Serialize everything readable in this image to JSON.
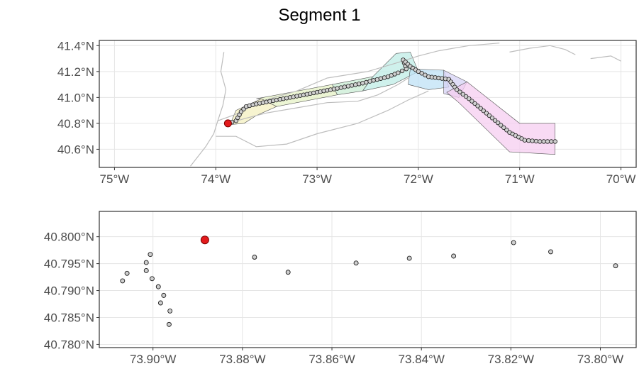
{
  "figure": {
    "title": "Segment 1"
  },
  "colors": {
    "panel_border": "#333333",
    "grid": "#e5e5e5",
    "coastline": "#bdbdbd",
    "point_fill": "#cfcfcf",
    "point_stroke": "#1a1a1a",
    "highlight_point": "#e31a1c",
    "axis_text": "#4d4d4d"
  },
  "chart_data": [
    {
      "type": "scatter",
      "name": "top-map",
      "title": "",
      "xlabel": "",
      "ylabel": "",
      "xlim": [
        -75.15,
        -69.85
      ],
      "ylim": [
        40.46,
        41.44
      ],
      "x_ticks": [
        -75,
        -74,
        -73,
        -72,
        -71,
        -70
      ],
      "x_tick_labels": [
        "75°W",
        "74°W",
        "73°W",
        "72°W",
        "71°W",
        "70°W"
      ],
      "y_ticks": [
        40.6,
        40.8,
        41.0,
        41.2,
        41.4
      ],
      "y_tick_labels": [
        "40.6°N",
        "40.8°N",
        "41.0°N",
        "41.2°N",
        "41.4°N"
      ],
      "grid": true,
      "background_context": "grey coastline outline of Long Island Sound and Long Island",
      "track_path": [
        [
          -73.88,
          40.8
        ],
        [
          -73.8,
          40.82
        ],
        [
          -73.75,
          40.89
        ],
        [
          -73.7,
          40.93
        ],
        [
          -73.6,
          40.95
        ],
        [
          -73.4,
          40.98
        ],
        [
          -73.2,
          41.01
        ],
        [
          -73.0,
          41.04
        ],
        [
          -72.8,
          41.07
        ],
        [
          -72.55,
          41.11
        ],
        [
          -72.3,
          41.16
        ],
        [
          -72.2,
          41.19
        ],
        [
          -72.12,
          41.22
        ],
        [
          -72.15,
          41.29
        ],
        [
          -72.08,
          41.24
        ],
        [
          -72.0,
          41.2
        ],
        [
          -71.9,
          41.16
        ],
        [
          -71.7,
          41.14
        ],
        [
          -71.62,
          41.06
        ],
        [
          -71.5,
          40.99
        ],
        [
          -71.3,
          40.86
        ],
        [
          -71.1,
          40.73
        ],
        [
          -70.95,
          40.67
        ],
        [
          -70.8,
          40.66
        ],
        [
          -70.65,
          40.66
        ]
      ],
      "highlight": {
        "x": -73.88,
        "y": 40.8
      },
      "zones": [
        {
          "color": "#f4f0c0",
          "polygon": [
            [
              -73.86,
              40.79
            ],
            [
              -73.8,
              40.9
            ],
            [
              -73.55,
              40.99
            ],
            [
              -73.4,
              40.93
            ],
            [
              -73.6,
              40.86
            ],
            [
              -73.72,
              40.8
            ]
          ]
        },
        {
          "color": "#e6f2c6",
          "polygon": [
            [
              -73.6,
              40.99
            ],
            [
              -72.85,
              41.1
            ],
            [
              -72.8,
              41.02
            ],
            [
              -73.4,
              40.93
            ],
            [
              -73.55,
              40.99
            ]
          ]
        },
        {
          "color": "#c9ecd4",
          "polygon": [
            [
              -72.85,
              41.1
            ],
            [
              -72.45,
              41.16
            ],
            [
              -72.55,
              41.05
            ],
            [
              -72.8,
              41.02
            ]
          ]
        },
        {
          "color": "#bfece6",
          "polygon": [
            [
              -72.45,
              41.16
            ],
            [
              -72.22,
              41.34
            ],
            [
              -72.08,
              41.35
            ],
            [
              -72.0,
              41.2
            ],
            [
              -72.25,
              41.1
            ],
            [
              -72.55,
              41.05
            ]
          ]
        },
        {
          "color": "#bfe2f6",
          "polygon": [
            [
              -72.08,
              41.22
            ],
            [
              -71.75,
              41.21
            ],
            [
              -71.7,
              41.08
            ],
            [
              -71.9,
              41.06
            ],
            [
              -72.1,
              41.1
            ]
          ]
        },
        {
          "color": "#d6d2f4",
          "polygon": [
            [
              -71.75,
              41.21
            ],
            [
              -71.52,
              41.12
            ],
            [
              -71.6,
              41.0
            ],
            [
              -71.75,
              41.03
            ]
          ]
        },
        {
          "color": "#f6cdf0",
          "polygon": [
            [
              -71.52,
              41.12
            ],
            [
              -71.0,
              40.8
            ],
            [
              -70.65,
              40.8
            ],
            [
              -70.65,
              40.56
            ],
            [
              -71.1,
              40.58
            ],
            [
              -71.6,
              40.96
            ],
            [
              -71.72,
              41.04
            ]
          ]
        }
      ],
      "coastline_paths": [
        [
          [
            -74.25,
            40.47
          ],
          [
            -74.1,
            40.62
          ],
          [
            -74.02,
            40.72
          ],
          [
            -73.98,
            40.82
          ],
          [
            -73.93,
            40.94
          ],
          [
            -73.9,
            41.06
          ],
          [
            -73.95,
            41.2
          ],
          [
            -73.92,
            41.35
          ]
        ],
        [
          [
            -73.98,
            40.82
          ],
          [
            -73.8,
            40.87
          ],
          [
            -73.55,
            40.97
          ],
          [
            -73.2,
            41.05
          ],
          [
            -72.9,
            41.15
          ],
          [
            -72.5,
            41.2
          ],
          [
            -72.2,
            41.27
          ],
          [
            -72.0,
            41.32
          ],
          [
            -71.8,
            41.36
          ],
          [
            -71.5,
            41.4
          ],
          [
            -71.2,
            41.42
          ]
        ],
        [
          [
            -74.0,
            40.7
          ],
          [
            -73.8,
            40.7
          ],
          [
            -73.6,
            40.62
          ],
          [
            -73.3,
            40.64
          ],
          [
            -73.0,
            40.72
          ],
          [
            -72.6,
            40.8
          ],
          [
            -72.3,
            40.9
          ],
          [
            -72.1,
            40.98
          ],
          [
            -71.9,
            41.05
          ]
        ],
        [
          [
            -73.88,
            40.8
          ],
          [
            -73.7,
            40.84
          ],
          [
            -73.5,
            40.88
          ],
          [
            -73.2,
            40.92
          ],
          [
            -72.9,
            40.96
          ],
          [
            -72.6,
            40.97
          ],
          [
            -72.4,
            41.02
          ],
          [
            -72.2,
            41.1
          ],
          [
            -72.1,
            41.15
          ]
        ],
        [
          [
            -71.1,
            41.35
          ],
          [
            -70.9,
            41.38
          ],
          [
            -70.7,
            41.4
          ],
          [
            -70.55,
            41.37
          ],
          [
            -70.45,
            41.33
          ]
        ],
        [
          [
            -70.3,
            41.3
          ],
          [
            -70.1,
            41.32
          ],
          [
            -70.0,
            41.28
          ]
        ]
      ]
    },
    {
      "type": "scatter",
      "name": "bottom-detail",
      "title": "",
      "xlabel": "",
      "ylabel": "",
      "xlim": [
        -73.912,
        -73.792
      ],
      "ylim": [
        40.7794,
        40.8047
      ],
      "x_ticks": [
        -73.9,
        -73.88,
        -73.86,
        -73.84,
        -73.82,
        -73.8
      ],
      "x_tick_labels": [
        "73.90°W",
        "73.88°W",
        "73.86°W",
        "73.84°W",
        "73.82°W",
        "73.80°W"
      ],
      "y_ticks": [
        40.78,
        40.785,
        40.79,
        40.795,
        40.8
      ],
      "y_tick_labels": [
        "40.780°N",
        "40.785°N",
        "40.790°N",
        "40.795°N",
        "40.800°N"
      ],
      "grid": true,
      "points": [
        [
          -73.9068,
          40.7918
        ],
        [
          -73.9058,
          40.7932
        ],
        [
          -73.9015,
          40.7952
        ],
        [
          -73.9006,
          40.7967
        ],
        [
          -73.9015,
          40.7937
        ],
        [
          -73.9002,
          40.7922
        ],
        [
          -73.8988,
          40.7907
        ],
        [
          -73.8976,
          40.7891
        ],
        [
          -73.8983,
          40.7877
        ],
        [
          -73.8962,
          40.7862
        ],
        [
          -73.8964,
          40.7837
        ],
        [
          -73.8773,
          40.7962
        ],
        [
          -73.8698,
          40.7934
        ],
        [
          -73.8546,
          40.7951
        ],
        [
          -73.8427,
          40.796
        ],
        [
          -73.8328,
          40.7964
        ],
        [
          -73.8194,
          40.7989
        ],
        [
          -73.8111,
          40.7972
        ],
        [
          -73.7966,
          40.7946
        ]
      ],
      "highlight": {
        "x": -73.8884,
        "y": 40.7994
      }
    }
  ]
}
